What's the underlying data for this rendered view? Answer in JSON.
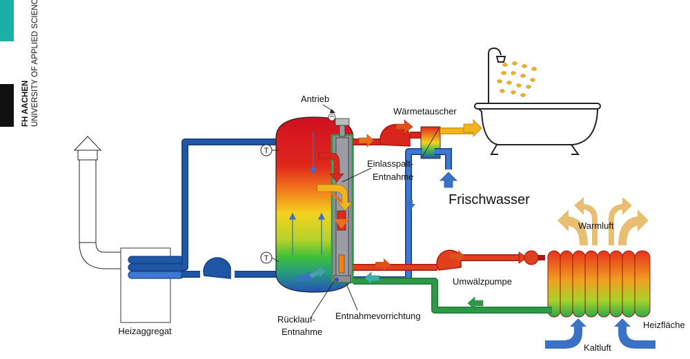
{
  "branding": {
    "org_name": "FH AACHEN",
    "org_subtitle": "UNIVERSITY OF APPLIED SCIENCES",
    "accent_color": "#1ab0a8"
  },
  "labels": {
    "antrieb": "Antrieb",
    "waermetauscher": "Wärmetauscher",
    "einlasspalt_1": "Einlasspalt-",
    "einlasspalt_2": "Entnahme",
    "frischwasser": "Frischwasser",
    "warmluft": "Warmluft",
    "umwaelzpumpe": "Umwälzpumpe",
    "heizflaeche": "Heizfläche",
    "kaltluft": "Kaltluft",
    "ruecklauf_1": "Rücklauf-",
    "ruecklauf_2": "Entnahme",
    "entnahmevorrichtung": "Entnahmevorrichtung",
    "heizaggregat": "Heizaggregat",
    "sensor_symbol": "T"
  },
  "colors": {
    "pipe_blue": "#1f56a6",
    "pipe_red": "#d9261c",
    "pipe_green": "#2e9a47",
    "hot_yellow": "#f2b41c",
    "warm_air": "#e8bf72",
    "cold_arrow": "#3a73c6"
  }
}
